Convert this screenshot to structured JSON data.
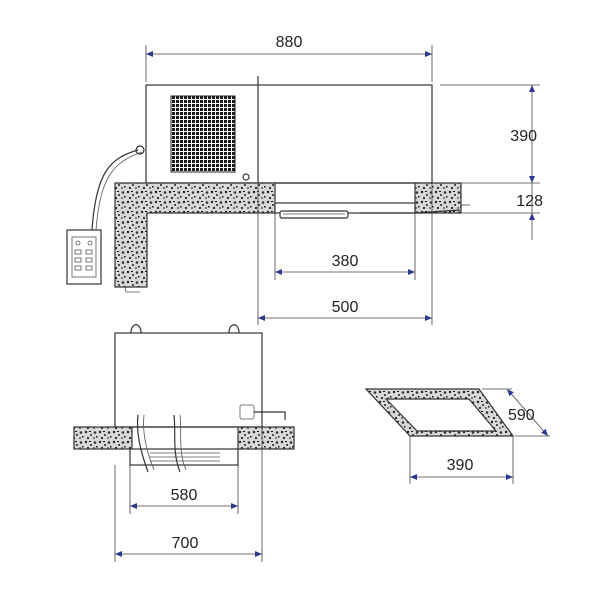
{
  "dimensions": {
    "width_total": "880",
    "height_unit": "390",
    "ceiling_thickness": "128",
    "evaporator_width": "380",
    "evaporator_depth": "500",
    "front_inner": "580",
    "front_outer": "700",
    "cutout_width": "390",
    "cutout_depth": "590"
  },
  "colors": {
    "line": "#333333",
    "dimension_line": "#444444",
    "arrow": "#2b3a8f",
    "insulation": "#cfcfcf",
    "insulation_speckle": "#222222"
  },
  "icons": {
    "control_box": "control-panel-icon",
    "condenser_grille": "grille-icon"
  }
}
